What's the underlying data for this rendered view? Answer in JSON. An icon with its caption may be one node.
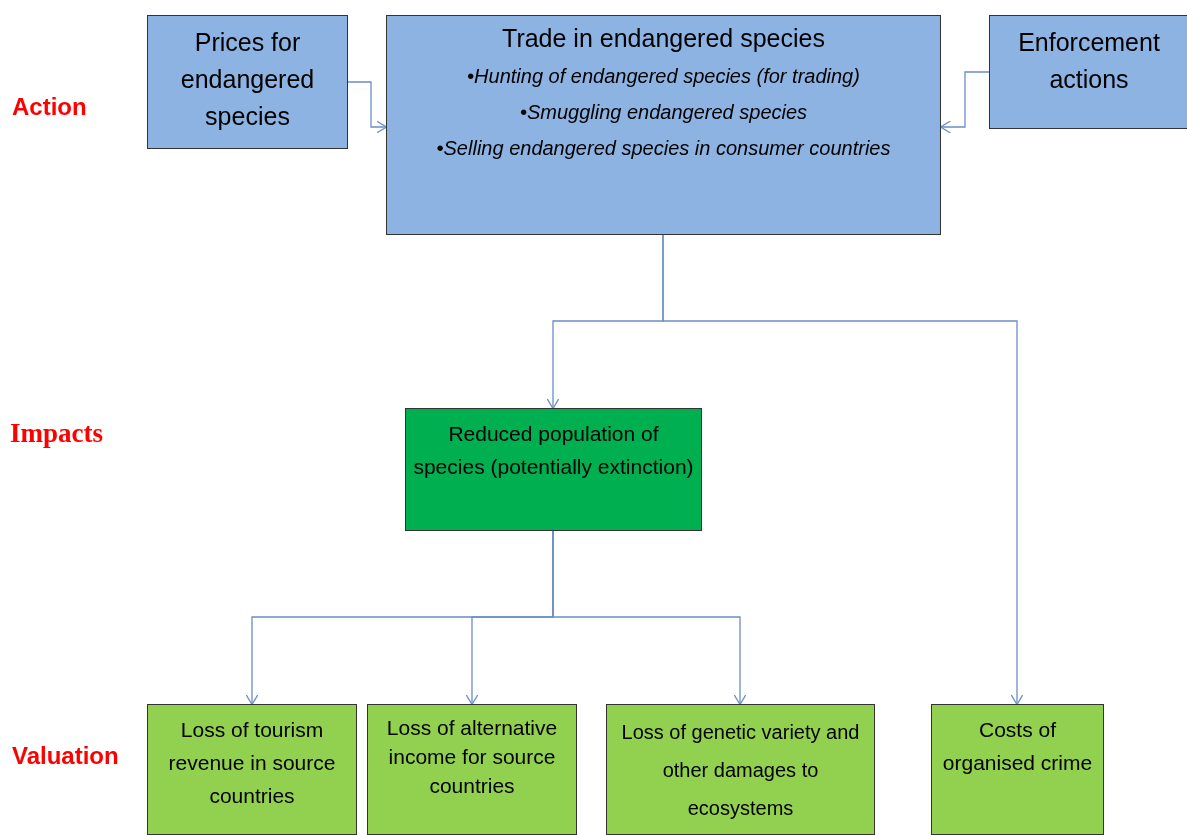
{
  "diagram": {
    "nodes": [
      {
        "text": [
          "Prices for endangered species"
        ]
      },
      {
        "text": [
          "Trade in endangered species",
          "•Hunting of endangered species (for trading)",
          "•Smuggling endangered species",
          "•Selling endangered species in  consumer countries"
        ]
      },
      {
        "text": [
          "Enforcement actions"
        ]
      },
      {
        "text": [
          "Reduced population of species (potentially extinction)"
        ]
      },
      {
        "text": [
          "Loss of tourism revenue in source countries"
        ]
      },
      {
        "text": [
          "Loss of alternative income for source countries"
        ]
      },
      {
        "text": [
          "Loss of genetic variety and other damages to ecosystems"
        ]
      },
      {
        "text": [
          "Costs of organised crime"
        ]
      }
    ],
    "edges": [
      {
        "from": 0,
        "to": 1,
        "arrow": "to"
      },
      {
        "from": 2,
        "to": 1,
        "arrow": "to"
      },
      {
        "from": 1,
        "to": 3,
        "arrow": "to"
      },
      {
        "from": 1,
        "to": 7,
        "arrow": "to"
      },
      {
        "from": 3,
        "to": 4,
        "arrow": "to"
      },
      {
        "from": 3,
        "to": 5,
        "arrow": "to"
      },
      {
        "from": 3,
        "to": 6,
        "arrow": "to"
      }
    ],
    "labels": [
      "Action",
      "Impacts",
      "Valuation"
    ]
  }
}
